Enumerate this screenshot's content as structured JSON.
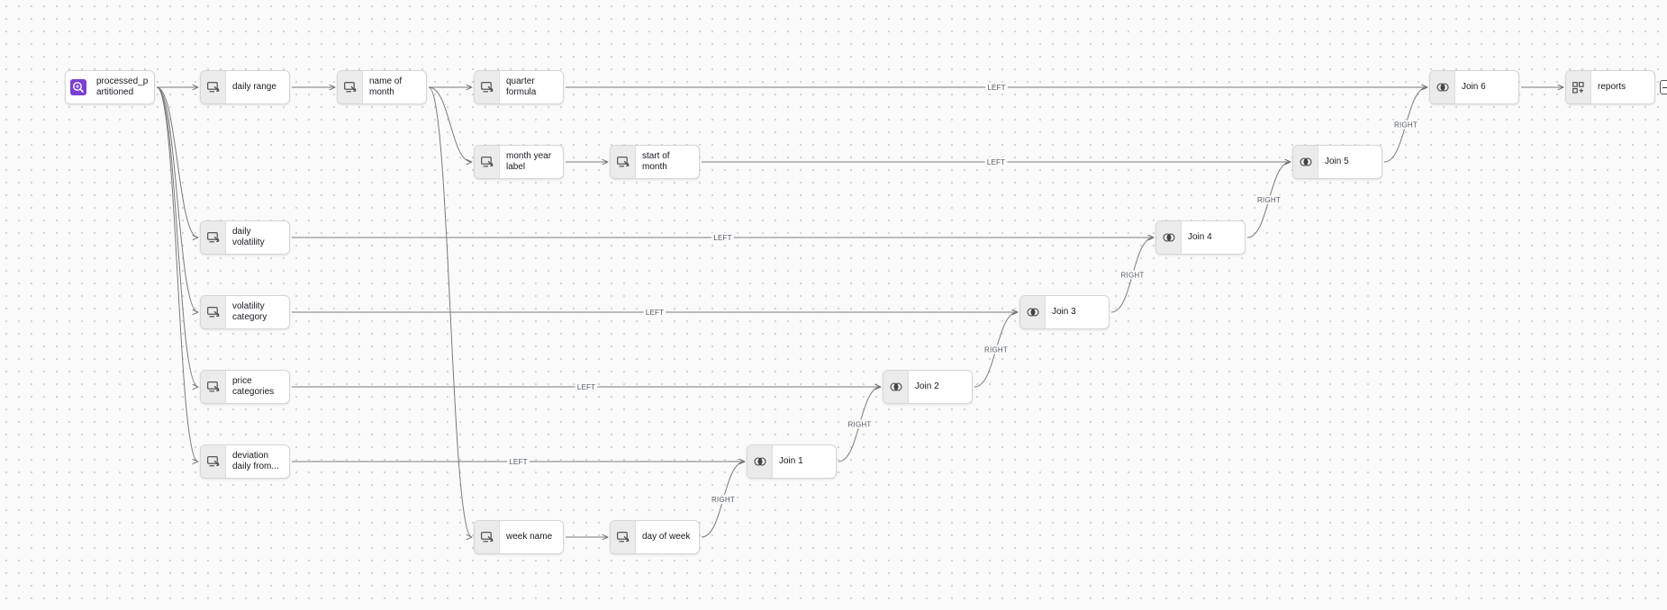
{
  "nodes": [
    {
      "id": "processed",
      "label": "processed_partitioned",
      "type": "source",
      "icon": "data-source-search-icon"
    },
    {
      "id": "daily_range",
      "label": "daily range",
      "type": "transform",
      "icon": "transform-icon"
    },
    {
      "id": "name_of_month",
      "label": "name of month",
      "type": "transform",
      "icon": "transform-icon"
    },
    {
      "id": "quarter_formula",
      "label": "quarter formula",
      "type": "transform",
      "icon": "transform-icon"
    },
    {
      "id": "month_year_label",
      "label": "month year label",
      "type": "transform",
      "icon": "transform-icon"
    },
    {
      "id": "start_of_month",
      "label": "start of month",
      "type": "transform",
      "icon": "transform-icon"
    },
    {
      "id": "daily_volatility",
      "label": "daily volatility",
      "type": "transform",
      "icon": "transform-icon"
    },
    {
      "id": "volatility_category",
      "label": "volatility category",
      "type": "transform",
      "icon": "transform-icon"
    },
    {
      "id": "price_categories",
      "label": "price categories",
      "type": "transform",
      "icon": "transform-icon"
    },
    {
      "id": "deviation_daily",
      "label": "deviation daily from...",
      "type": "transform",
      "icon": "transform-icon"
    },
    {
      "id": "week_name",
      "label": "week name",
      "type": "transform",
      "icon": "transform-icon"
    },
    {
      "id": "day_of_week",
      "label": "day of week",
      "type": "transform",
      "icon": "transform-icon"
    },
    {
      "id": "join1",
      "label": "Join 1",
      "type": "join",
      "icon": "join-icon"
    },
    {
      "id": "join2",
      "label": "Join 2",
      "type": "join",
      "icon": "join-icon"
    },
    {
      "id": "join3",
      "label": "Join 3",
      "type": "join",
      "icon": "join-icon"
    },
    {
      "id": "join4",
      "label": "Join 4",
      "type": "join",
      "icon": "join-icon"
    },
    {
      "id": "join5",
      "label": "Join 5",
      "type": "join",
      "icon": "join-icon"
    },
    {
      "id": "join6",
      "label": "Join 6",
      "type": "join",
      "icon": "join-icon"
    },
    {
      "id": "reports",
      "label": "reports",
      "type": "target",
      "icon": "grid-target-icon"
    }
  ],
  "edges": [
    {
      "from": "processed",
      "to": "daily_range",
      "label": ""
    },
    {
      "from": "processed",
      "to": "daily_volatility",
      "label": ""
    },
    {
      "from": "processed",
      "to": "volatility_category",
      "label": ""
    },
    {
      "from": "processed",
      "to": "price_categories",
      "label": ""
    },
    {
      "from": "processed",
      "to": "deviation_daily",
      "label": ""
    },
    {
      "from": "daily_range",
      "to": "name_of_month",
      "label": ""
    },
    {
      "from": "name_of_month",
      "to": "quarter_formula",
      "label": ""
    },
    {
      "from": "name_of_month",
      "to": "month_year_label",
      "label": ""
    },
    {
      "from": "name_of_month",
      "to": "week_name",
      "label": ""
    },
    {
      "from": "month_year_label",
      "to": "start_of_month",
      "label": ""
    },
    {
      "from": "week_name",
      "to": "day_of_week",
      "label": ""
    },
    {
      "from": "deviation_daily",
      "to": "join1",
      "label": "LEFT"
    },
    {
      "from": "day_of_week",
      "to": "join1",
      "label": "RIGHT"
    },
    {
      "from": "price_categories",
      "to": "join2",
      "label": "LEFT"
    },
    {
      "from": "join1",
      "to": "join2",
      "label": "RIGHT"
    },
    {
      "from": "volatility_category",
      "to": "join3",
      "label": "LEFT"
    },
    {
      "from": "join2",
      "to": "join3",
      "label": "RIGHT"
    },
    {
      "from": "daily_volatility",
      "to": "join4",
      "label": "LEFT"
    },
    {
      "from": "join3",
      "to": "join4",
      "label": "RIGHT"
    },
    {
      "from": "start_of_month",
      "to": "join5",
      "label": "LEFT"
    },
    {
      "from": "join4",
      "to": "join5",
      "label": "RIGHT"
    },
    {
      "from": "quarter_formula",
      "to": "join6",
      "label": "LEFT"
    },
    {
      "from": "join5",
      "to": "join6",
      "label": "RIGHT"
    },
    {
      "from": "join6",
      "to": "reports",
      "label": ""
    }
  ],
  "colors": {
    "source_icon_bg": "#7b3fd3",
    "edge": "#7a7a7a",
    "node_border": "#d6d6d6"
  }
}
